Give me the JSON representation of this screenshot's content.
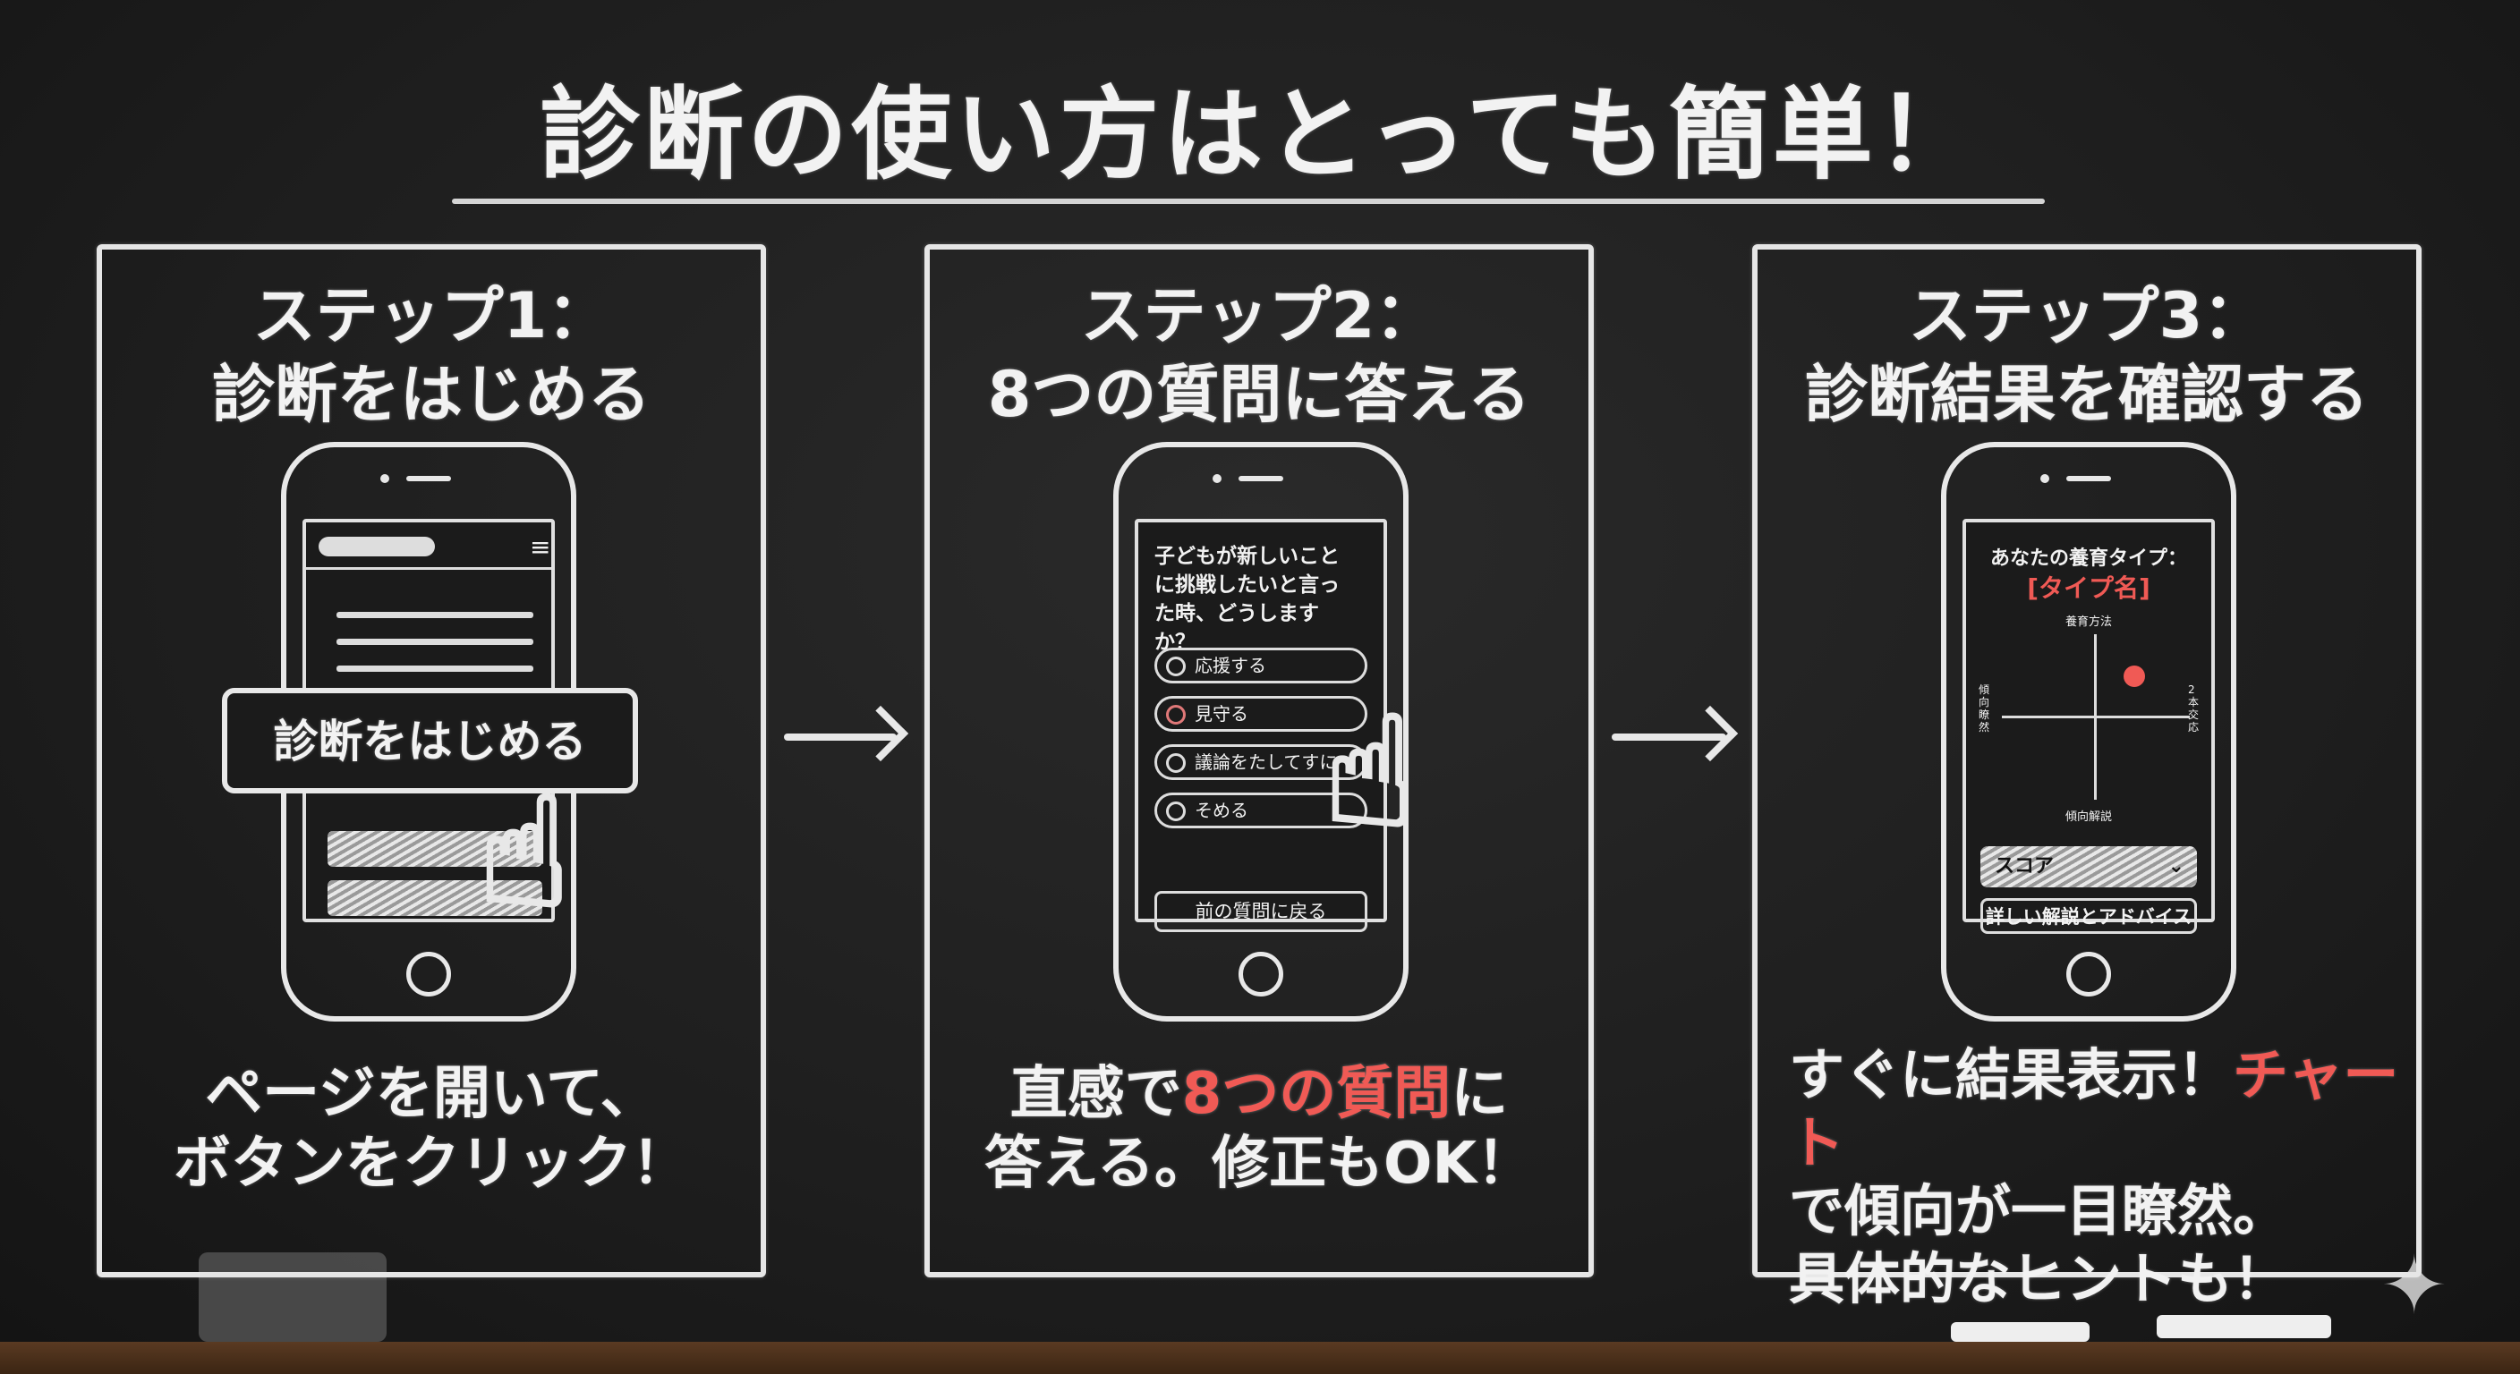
{
  "title": "診断の使い方はとっても簡単！",
  "steps": [
    {
      "heading_line1": "ステップ1：",
      "heading_line2": "診断をはじめる",
      "phone": {
        "start_button": "診断をはじめる",
        "menu_icon": "hamburger-icon"
      },
      "desc_line1": "ページを開いて、",
      "desc_line2": "ボタンをクリック！"
    },
    {
      "heading_line1": "ステップ2：",
      "heading_line2": "8つの質問に答える",
      "phone": {
        "question": "子どもが新しいことに挑戦したいと言った時、どうしますか？",
        "options": [
          "応援する",
          "見守る",
          "議論をたしてすに",
          "そめる"
        ],
        "selected_option": 1,
        "back_button": "前の質問に戻る"
      },
      "desc_line1_a": "直感で",
      "desc_line1_red": "8つの質問",
      "desc_line1_b": "に",
      "desc_line2": "答える。修正もOK！"
    },
    {
      "heading_line1": "ステップ3：",
      "heading_line2": "診断結果を確認する",
      "phone": {
        "result_label": "あなたの養育タイプ：",
        "type_name": "[タイプ名]",
        "axis_top": "養育方法",
        "axis_bottom": "傾向解説",
        "axis_left": "傾向瞭然",
        "axis_right": "2本交応",
        "score_select": "スコア",
        "detail_button": "詳しい解説とアドバイス"
      },
      "desc_line1_a": "すぐに結果表示！",
      "desc_line1_red": "チャート",
      "desc_line2": "で傾向が一目瞭然。",
      "desc_line3": "具体的なヒントも！"
    }
  ],
  "colors": {
    "accent": "#f05a55",
    "chalk": "#f2f2f2",
    "board": "#1e1e1e"
  }
}
